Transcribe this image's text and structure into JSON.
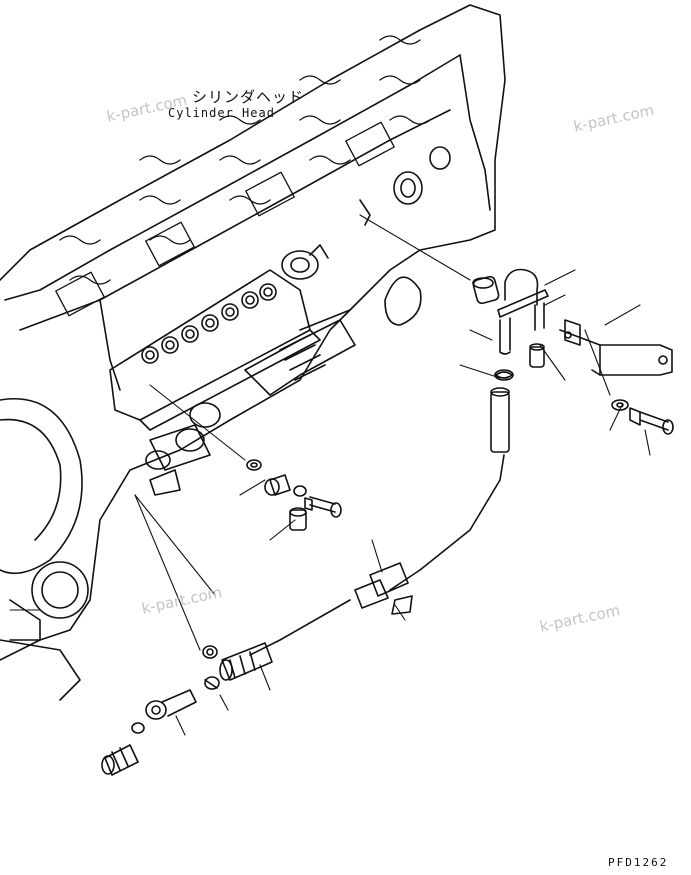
{
  "labels": {
    "jp_label": "シリンダヘッド",
    "en_label": "Cylinder Head",
    "drawing_code": "PFD1262"
  },
  "watermarks": [
    "k-part.com",
    "k-part.com",
    "k-part.com",
    "k-part.com"
  ],
  "colors": {
    "line": "#111111",
    "watermark": "#c4c4c4",
    "background": "#ffffff"
  }
}
